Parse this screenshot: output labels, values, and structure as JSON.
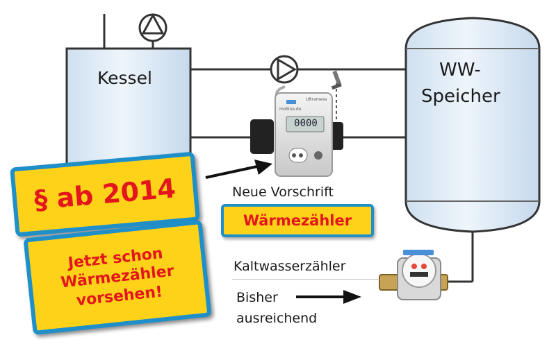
{
  "kessel": {
    "label": "Kessel"
  },
  "speicher": {
    "label_line1": "WW-",
    "label_line2": "Speicher"
  },
  "heat_meter": {
    "brand": "molline.de",
    "model": "Ultramess",
    "display": "0000",
    "caption": "Neue Vorschrift",
    "badge": "Wärmezähler"
  },
  "cold_meter": {
    "caption": "Kaltwasserzähler"
  },
  "bisher": {
    "line1": "Bisher",
    "line2": "ausreichend"
  },
  "badge_year": {
    "text": "§ ab 2014"
  },
  "badge_hint": {
    "line1": "Jetzt schon",
    "line2": "Wärmezähler",
    "line3": "vorsehen!"
  },
  "colors": {
    "tank_fill": "#deebf7",
    "line": "#333333",
    "badge_yellow": "#ffd21a",
    "badge_border": "#1e8fc8",
    "badge_text": "#e3161c"
  }
}
